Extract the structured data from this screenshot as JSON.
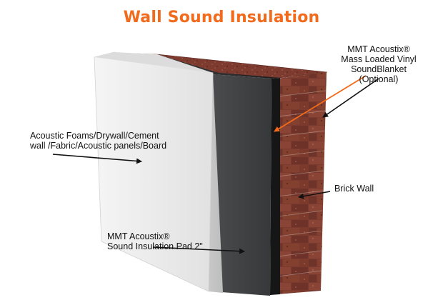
{
  "title": "Wall Sound Insulation",
  "colors": {
    "title": "#f26a1b",
    "orange_leader": "#f26a1b",
    "brick": "#7a3a30",
    "pad": "#3f4042",
    "membrane": "#161616",
    "panel": "#ececec"
  },
  "labels": {
    "foam": {
      "line1": "Acoustic Foams/Drywall/Cement",
      "line2": "wall /Fabric/Acoustic panels/Board"
    },
    "pad": {
      "line1": "MMT Acoustix®",
      "line2": "Sound Insulation Pad 2\""
    },
    "mlv": {
      "line1": "MMT Acoustix®",
      "line2": "Mass Loaded Vinyl",
      "line3": "SoundBlanket",
      "line4": "(Optional)"
    },
    "brick": {
      "line1": "Brick Wall"
    }
  }
}
